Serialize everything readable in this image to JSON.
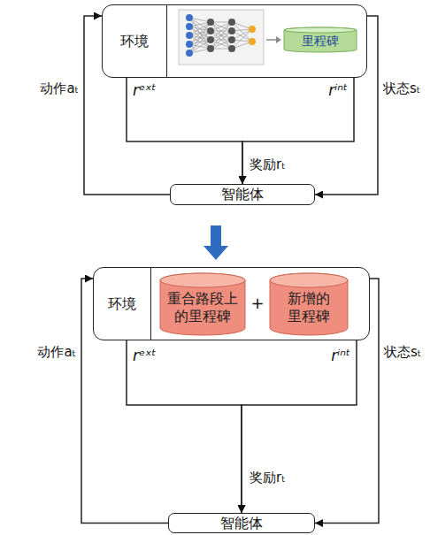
{
  "diagram": {
    "nodes": [
      {
        "text": [
          "环境"
        ]
      },
      {
        "text": [
          "里程碑"
        ],
        "in": 0
      },
      {
        "text": [
          "智能体"
        ]
      },
      {
        "text": [
          "环境"
        ]
      },
      {
        "text": [
          "重合路段上的里程碑"
        ],
        "in": 3
      },
      {
        "text": [
          "新增的里程碑"
        ],
        "in": 3
      },
      {
        "text": [
          "智能体"
        ]
      }
    ],
    "edges": [
      {
        "from": 2,
        "to": 0,
        "arrow": "to",
        "label": "动作aₜ"
      },
      {
        "from": 0,
        "to": 2,
        "arrow": "to",
        "label": "状态sₜ"
      },
      {
        "from": 0,
        "to": 2,
        "arrow": "to",
        "label": "rᵉˣᵗ"
      },
      {
        "from": 0,
        "to": 2,
        "arrow": "to",
        "label": "rⁱⁿᵗ"
      },
      {
        "from": 6,
        "to": 3,
        "arrow": "to",
        "label": "动作aₜ"
      },
      {
        "from": 3,
        "to": 6,
        "arrow": "to",
        "label": "状态sₜ"
      },
      {
        "from": 3,
        "to": 6,
        "arrow": "to",
        "label": "rᵉˣᵗ"
      },
      {
        "from": 3,
        "to": 6,
        "arrow": "to",
        "label": "rⁱⁿᵗ"
      }
    ],
    "labels": [
      "奖励rₜ",
      "+",
      "奖励rₜ"
    ]
  }
}
